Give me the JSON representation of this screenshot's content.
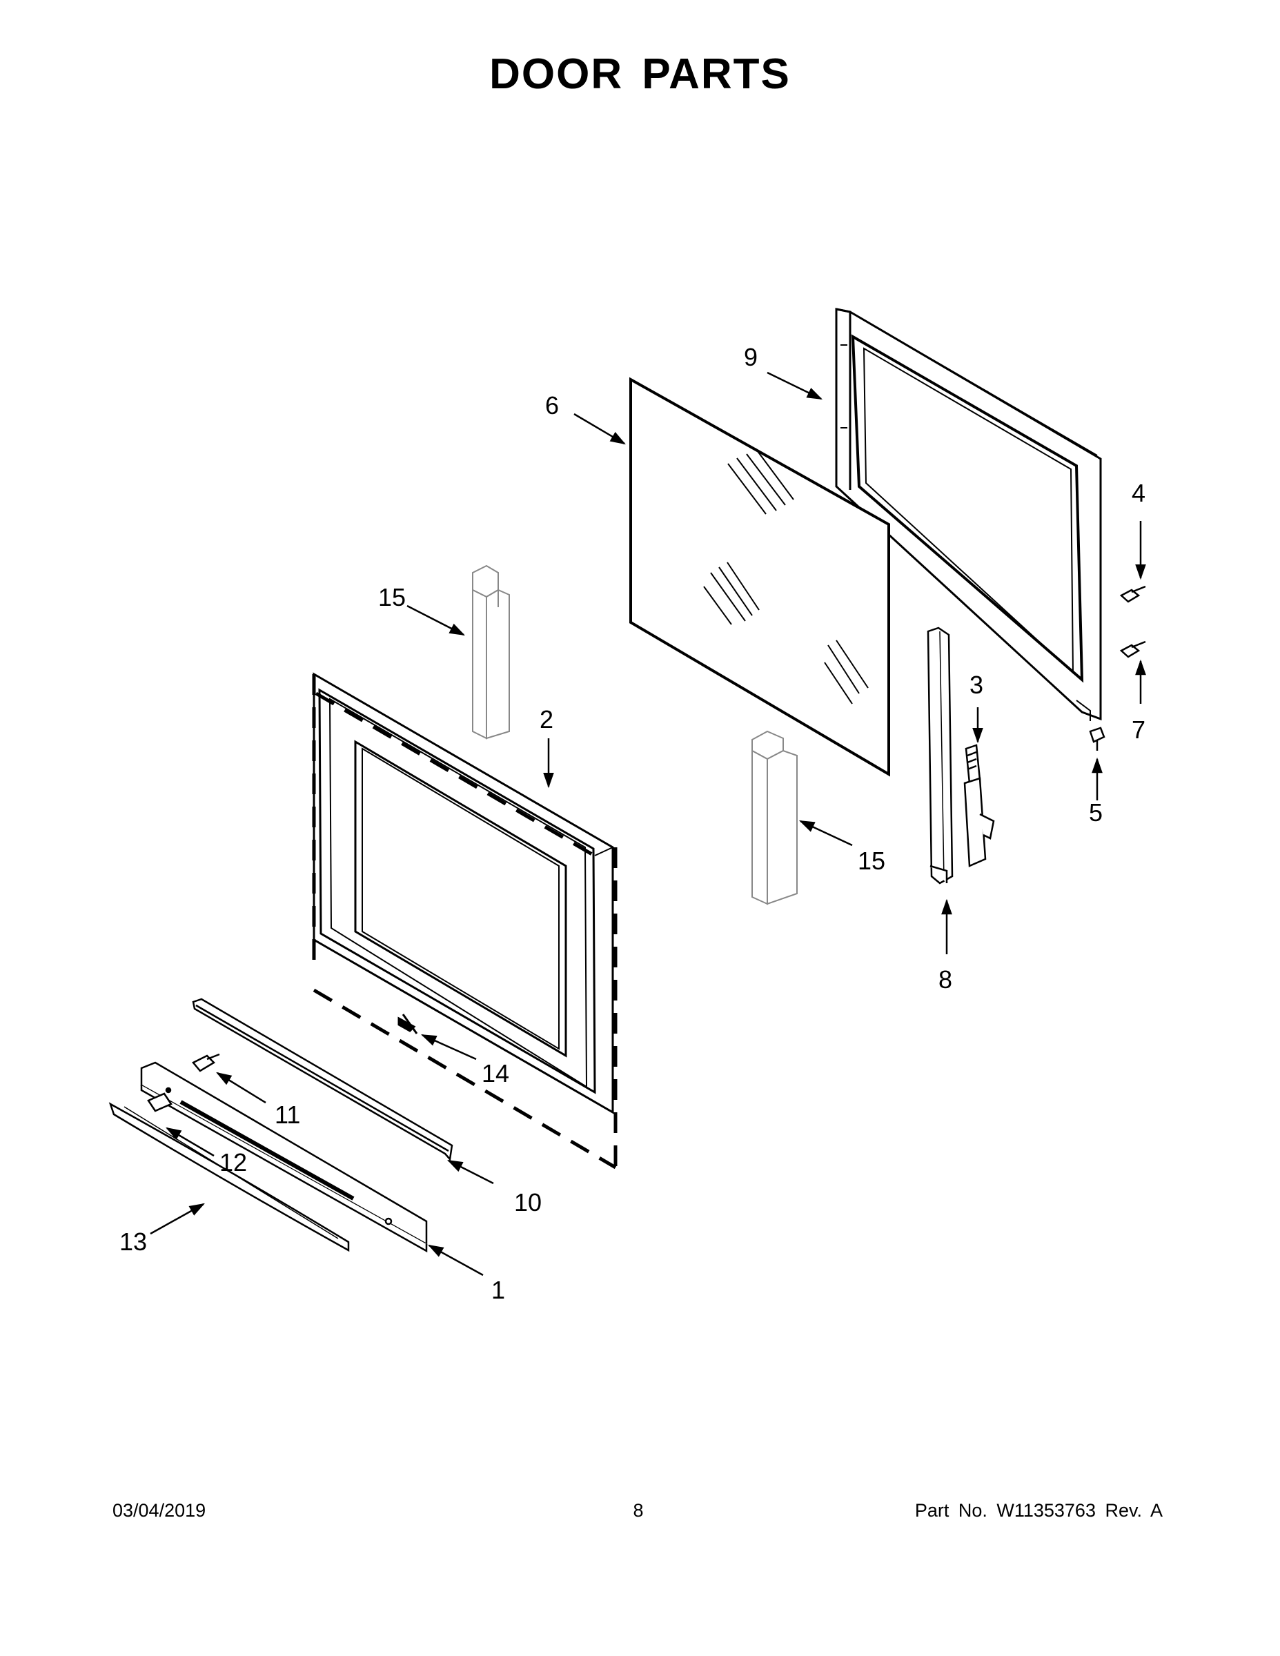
{
  "title": "DOOR PARTS",
  "callouts": {
    "c1": "1",
    "c2": "2",
    "c3": "3",
    "c4": "4",
    "c5": "5",
    "c6": "6",
    "c7": "7",
    "c8": "8",
    "c9": "9",
    "c10": "10",
    "c11": "11",
    "c12": "12",
    "c13": "13",
    "c14": "14",
    "c15a": "15",
    "c15b": "15"
  },
  "footer": {
    "date": "03/04/2019",
    "page": "8",
    "part": "Part No.  W11353763  Rev.  A"
  }
}
